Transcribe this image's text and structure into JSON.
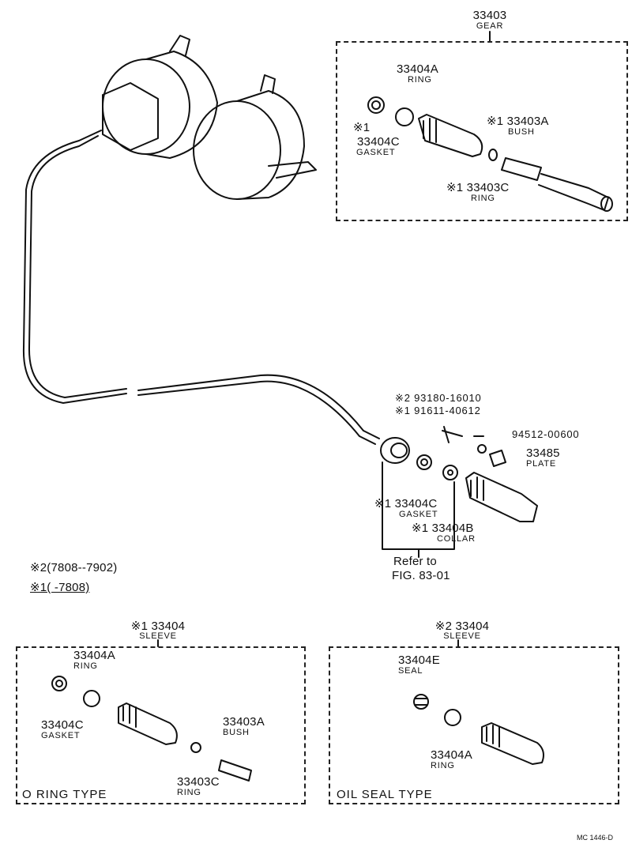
{
  "gear": {
    "part_no": "33403",
    "name": "GEAR",
    "ring_a": {
      "part_no": "33404A",
      "name": "RING"
    },
    "gasket": {
      "mark": "※1",
      "part_no": "33404C",
      "name": "GASKET"
    },
    "bush": {
      "part_no": "※1 33403A",
      "name": "BUSH"
    },
    "ring_c": {
      "part_no": "※1 33403C",
      "name": "RING"
    }
  },
  "bolts": {
    "line1": "※2 93180-16010",
    "line2": "※1 91611-40612"
  },
  "washer": {
    "part_no": "94512-00600"
  },
  "plate": {
    "part_no": "33485",
    "name": "PLATE"
  },
  "mid_gasket": {
    "part_no": "※1 33404C",
    "name": "GASKET"
  },
  "collar": {
    "part_no": "※1 33404B",
    "name": "COLLAR"
  },
  "refer": {
    "line1": "Refer to",
    "line2": "FIG. 83-01"
  },
  "legend": {
    "line1": "※2(7808--7902)",
    "line2": "※1(        -7808)"
  },
  "sleeve1": {
    "part_no": "※1 33404",
    "name": "SLEEVE",
    "ring_a": {
      "part_no": "33404A",
      "name": "RING"
    },
    "gasket": {
      "part_no": "33404C",
      "name": "GASKET"
    },
    "bush": {
      "part_no": "33403A",
      "name": "BUSH"
    },
    "ring_c": {
      "part_no": "33403C",
      "name": "RING"
    },
    "type_label": "O  RING  TYPE"
  },
  "sleeve2": {
    "part_no": "※2 33404",
    "name": "SLEEVE",
    "seal": {
      "part_no": "33404E",
      "name": "SEAL"
    },
    "ring_a": {
      "part_no": "33404A",
      "name": "RING"
    },
    "type_label": "OIL  SEAL  TYPE"
  },
  "footer_code": "MC  1446-D"
}
